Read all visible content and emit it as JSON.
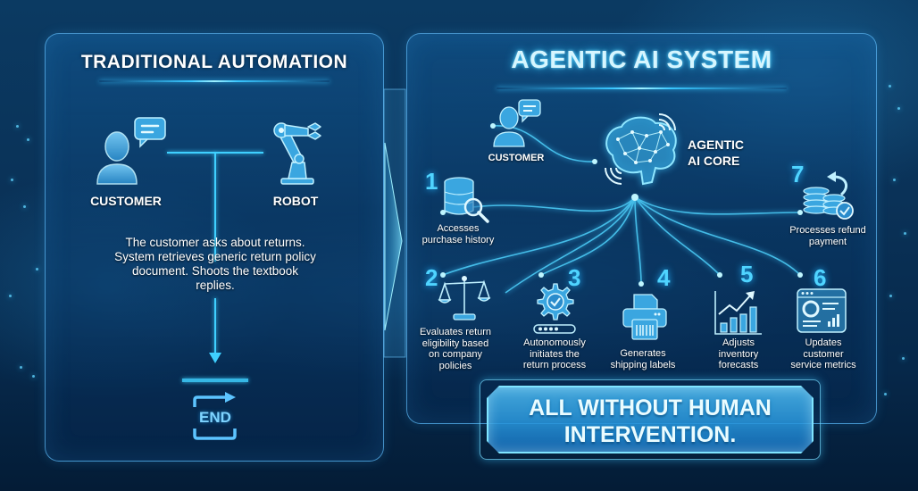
{
  "colors": {
    "background": "#0a3258",
    "accent": "#3fd0ff",
    "panel_border": "#5ab4f0",
    "title_glow": "#35c6ff",
    "banner": "#3a9ee0"
  },
  "traditional": {
    "title": "TRADITIONAL AUTOMATION",
    "customer_label": "CUSTOMER",
    "robot_label": "ROBOT",
    "description": "The customer asks about returns. System retrieves generic return policy document. Shoots the textbook replies.",
    "description_lines": [
      "The customer asks about returns.",
      "System retrieves generic return policy",
      "document. Shoots the textbook",
      "replies."
    ],
    "end_label": "END",
    "icons": [
      "customer-icon",
      "chat-bubble-icon",
      "robot-arm-icon",
      "arrow-down-icon",
      "end-icon"
    ]
  },
  "agentic": {
    "title": "AGENTIC AI SYSTEM",
    "customer_label": "CUSTOMER",
    "core_label_line1": "AGENTIC",
    "core_label_line2": "AI CORE",
    "steps": [
      {
        "number": "1",
        "icon": "database-search-icon",
        "lines": [
          "Accesses",
          "purchase history"
        ]
      },
      {
        "number": "2",
        "icon": "scales-icon",
        "lines": [
          "Evaluates return",
          "eligibility based",
          "on company",
          "policies"
        ]
      },
      {
        "number": "3",
        "icon": "gear-check-icon",
        "lines": [
          "Autonomously",
          "initiates the",
          "return process"
        ]
      },
      {
        "number": "4",
        "icon": "printer-icon",
        "lines": [
          "Generates",
          "shipping labels"
        ]
      },
      {
        "number": "5",
        "icon": "chart-up-icon",
        "lines": [
          "Adjusts",
          "inventory",
          "forecasts"
        ]
      },
      {
        "number": "6",
        "icon": "dashboard-icon",
        "lines": [
          "Updates",
          "customer",
          "service metrics"
        ]
      },
      {
        "number": "7",
        "icon": "coins-refund-icon",
        "lines": [
          "Processes refund",
          "payment"
        ]
      }
    ]
  },
  "banner": {
    "line1": "ALL WITHOUT HUMAN",
    "line2": "INTERVENTION."
  }
}
